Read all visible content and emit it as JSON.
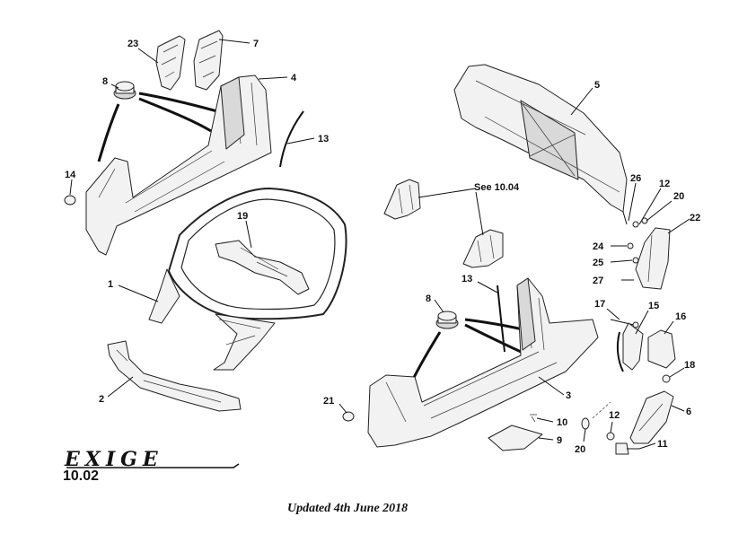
{
  "brand_logo": "EXIGE",
  "section_number": "10.02",
  "update_note": "Updated 4th June 2018",
  "cross_reference": "See 10.04",
  "callouts": {
    "c1": "1",
    "c2": "2",
    "c3": "3",
    "c4": "4",
    "c5": "5",
    "c6": "6",
    "c7": "7",
    "c8a": "8",
    "c8b": "8",
    "c9": "9",
    "c10": "10",
    "c11": "11",
    "c12a": "12",
    "c12b": "12",
    "c13a": "13",
    "c13b": "13",
    "c14": "14",
    "c15": "15",
    "c16": "16",
    "c17": "17",
    "c18": "18",
    "c19": "19",
    "c20a": "20",
    "c20b": "20",
    "c21": "21",
    "c22": "22",
    "c23": "23",
    "c24": "24",
    "c25": "25",
    "c26": "26",
    "c27": "27"
  },
  "colors": {
    "line": "#222222",
    "fill": "#f2f2f2",
    "background": "#ffffff"
  }
}
